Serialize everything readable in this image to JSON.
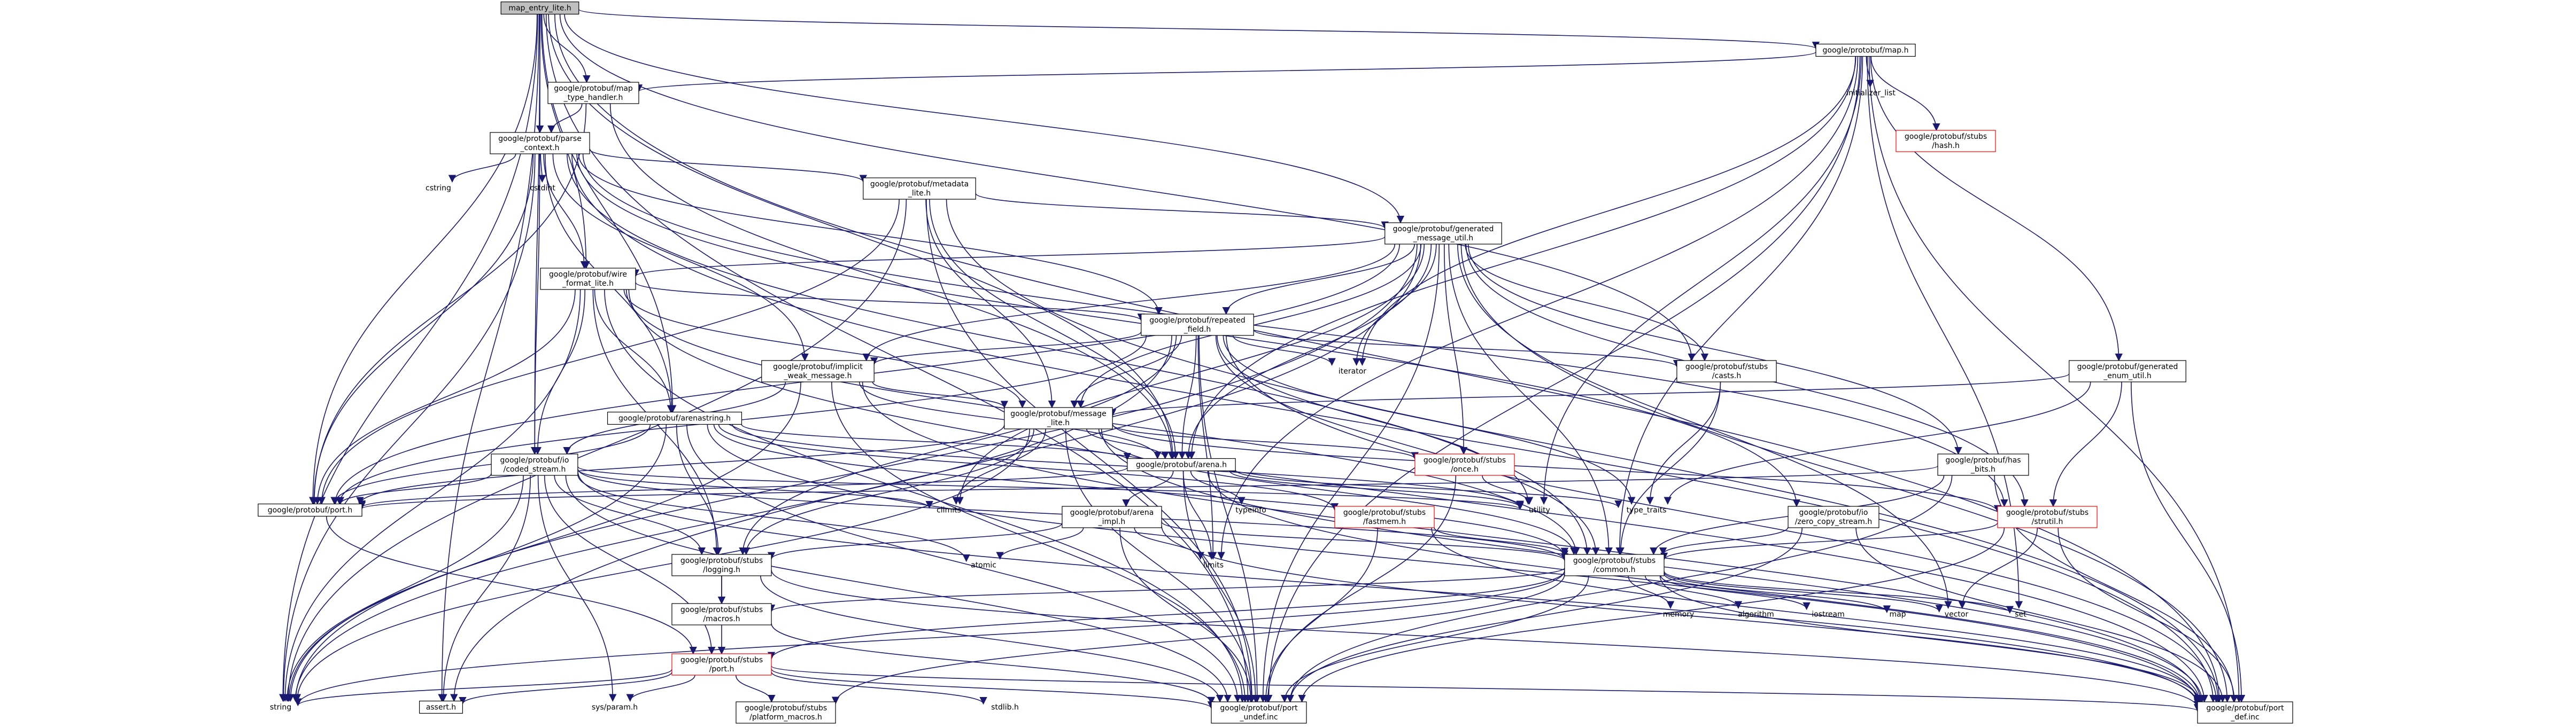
{
  "colors": {
    "edge": "#191970",
    "box_border": "#000000",
    "box_fill": "#ffffff",
    "root_fill": "#bfbfbf",
    "missing_border": "#ff0000",
    "external_text": "#000000"
  },
  "nodes": [
    {
      "id": "root",
      "lines": [
        "map_entry_lite.h"
      ],
      "kind": "root"
    },
    {
      "id": "map",
      "lines": [
        "google/protobuf/map.h"
      ],
      "kind": "box"
    },
    {
      "id": "maptype",
      "lines": [
        "google/protobuf/map",
        "_type_handler.h"
      ],
      "kind": "box"
    },
    {
      "id": "initlist",
      "lines": [
        "initializer_list"
      ],
      "kind": "ext"
    },
    {
      "id": "hash",
      "lines": [
        "google/protobuf/stubs",
        "/hash.h"
      ],
      "kind": "red"
    },
    {
      "id": "parse",
      "lines": [
        "google/protobuf/parse",
        "_context.h"
      ],
      "kind": "box"
    },
    {
      "id": "cstring",
      "lines": [
        "cstring"
      ],
      "kind": "ext"
    },
    {
      "id": "cstdint",
      "lines": [
        "cstdint"
      ],
      "kind": "ext"
    },
    {
      "id": "metadata",
      "lines": [
        "google/protobuf/metadata",
        "_lite.h"
      ],
      "kind": "box"
    },
    {
      "id": "genmsg",
      "lines": [
        "google/protobuf/generated",
        "_message_util.h"
      ],
      "kind": "box"
    },
    {
      "id": "wire",
      "lines": [
        "google/protobuf/wire",
        "_format_lite.h"
      ],
      "kind": "box"
    },
    {
      "id": "repeated",
      "lines": [
        "google/protobuf/repeated",
        "_field.h"
      ],
      "kind": "box"
    },
    {
      "id": "iterator",
      "lines": [
        "iterator"
      ],
      "kind": "ext"
    },
    {
      "id": "implicit",
      "lines": [
        "google/protobuf/implicit",
        "_weak_message.h"
      ],
      "kind": "box"
    },
    {
      "id": "casts",
      "lines": [
        "google/protobuf/stubs",
        "/casts.h"
      ],
      "kind": "box"
    },
    {
      "id": "genenum",
      "lines": [
        "google/protobuf/generated",
        "_enum_util.h"
      ],
      "kind": "box"
    },
    {
      "id": "arenastring",
      "lines": [
        "google/protobuf/arenastring.h"
      ],
      "kind": "box"
    },
    {
      "id": "msglite",
      "lines": [
        "google/protobuf/message",
        "_lite.h"
      ],
      "kind": "box"
    },
    {
      "id": "codedstream",
      "lines": [
        "google/protobuf/io",
        "/coded_stream.h"
      ],
      "kind": "box"
    },
    {
      "id": "arena",
      "lines": [
        "google/protobuf/arena.h"
      ],
      "kind": "box"
    },
    {
      "id": "once",
      "lines": [
        "google/protobuf/stubs",
        "/once.h"
      ],
      "kind": "red"
    },
    {
      "id": "hasbits",
      "lines": [
        "google/protobuf/has",
        "_bits.h"
      ],
      "kind": "box"
    },
    {
      "id": "port",
      "lines": [
        "google/protobuf/port.h"
      ],
      "kind": "box"
    },
    {
      "id": "climits",
      "lines": [
        "climits"
      ],
      "kind": "ext"
    },
    {
      "id": "arenaimpl",
      "lines": [
        "google/protobuf/arena",
        "_impl.h"
      ],
      "kind": "box"
    },
    {
      "id": "typeinfo",
      "lines": [
        "typeinfo"
      ],
      "kind": "ext"
    },
    {
      "id": "fastmem",
      "lines": [
        "google/protobuf/stubs",
        "/fastmem.h"
      ],
      "kind": "red"
    },
    {
      "id": "utility",
      "lines": [
        "utility"
      ],
      "kind": "ext"
    },
    {
      "id": "typetraits",
      "lines": [
        "type_traits"
      ],
      "kind": "ext"
    },
    {
      "id": "zerocopy",
      "lines": [
        "google/protobuf/io",
        "/zero_copy_stream.h"
      ],
      "kind": "box"
    },
    {
      "id": "strutil",
      "lines": [
        "google/protobuf/stubs",
        "/strutil.h"
      ],
      "kind": "red"
    },
    {
      "id": "logging",
      "lines": [
        "google/protobuf/stubs",
        "/logging.h"
      ],
      "kind": "box"
    },
    {
      "id": "atomic",
      "lines": [
        "atomic"
      ],
      "kind": "ext"
    },
    {
      "id": "limits",
      "lines": [
        "limits"
      ],
      "kind": "ext"
    },
    {
      "id": "common",
      "lines": [
        "google/protobuf/stubs",
        "/common.h"
      ],
      "kind": "box"
    },
    {
      "id": "macros",
      "lines": [
        "google/protobuf/stubs",
        "/macros.h"
      ],
      "kind": "box"
    },
    {
      "id": "memory",
      "lines": [
        "memory"
      ],
      "kind": "ext"
    },
    {
      "id": "algorithm",
      "lines": [
        "algorithm"
      ],
      "kind": "ext"
    },
    {
      "id": "iostream",
      "lines": [
        "iostream"
      ],
      "kind": "ext"
    },
    {
      "id": "mapstd",
      "lines": [
        "map"
      ],
      "kind": "ext"
    },
    {
      "id": "vector",
      "lines": [
        "vector"
      ],
      "kind": "ext"
    },
    {
      "id": "set",
      "lines": [
        "set"
      ],
      "kind": "ext"
    },
    {
      "id": "stubsport",
      "lines": [
        "google/protobuf/stubs",
        "/port.h"
      ],
      "kind": "red"
    },
    {
      "id": "string",
      "lines": [
        "string"
      ],
      "kind": "ext"
    },
    {
      "id": "asserth",
      "lines": [
        "assert.h"
      ],
      "kind": "box"
    },
    {
      "id": "sysparam",
      "lines": [
        "sys/param.h"
      ],
      "kind": "ext"
    },
    {
      "id": "platform",
      "lines": [
        "google/protobuf/stubs",
        "/platform_macros.h"
      ],
      "kind": "box"
    },
    {
      "id": "stdlib",
      "lines": [
        "stdlib.h"
      ],
      "kind": "ext"
    },
    {
      "id": "undef",
      "lines": [
        "google/protobuf/port",
        "_undef.inc"
      ],
      "kind": "box"
    },
    {
      "id": "portdef",
      "lines": [
        "google/protobuf/port",
        "_def.inc"
      ],
      "kind": "box"
    }
  ],
  "edges": [
    [
      "root",
      "map"
    ],
    [
      "root",
      "maptype"
    ],
    [
      "root",
      "parse"
    ],
    [
      "root",
      "genmsg"
    ],
    [
      "root",
      "wire"
    ],
    [
      "root",
      "arenastring"
    ],
    [
      "root",
      "codedstream"
    ],
    [
      "root",
      "arena"
    ],
    [
      "root",
      "port"
    ],
    [
      "root",
      "casts"
    ],
    [
      "root",
      "string"
    ],
    [
      "root",
      "asserth"
    ],
    [
      "root",
      "undef"
    ],
    [
      "root",
      "portdef"
    ],
    [
      "map",
      "initlist"
    ],
    [
      "map",
      "hash"
    ],
    [
      "map",
      "iterator"
    ],
    [
      "map",
      "maptype"
    ],
    [
      "map",
      "genenum"
    ],
    [
      "map",
      "arena"
    ],
    [
      "map",
      "limits"
    ],
    [
      "map",
      "set"
    ],
    [
      "map",
      "utility"
    ],
    [
      "map",
      "common"
    ],
    [
      "map",
      "undef"
    ],
    [
      "map",
      "portdef"
    ],
    [
      "maptype",
      "parse"
    ],
    [
      "maptype",
      "arena"
    ],
    [
      "maptype",
      "port"
    ],
    [
      "parse",
      "cstring"
    ],
    [
      "parse",
      "cstdint"
    ],
    [
      "parse",
      "metadata"
    ],
    [
      "parse",
      "wire"
    ],
    [
      "parse",
      "repeated"
    ],
    [
      "parse",
      "implicit"
    ],
    [
      "parse",
      "arenastring"
    ],
    [
      "parse",
      "codedstream"
    ],
    [
      "parse",
      "zerocopy"
    ],
    [
      "parse",
      "common"
    ],
    [
      "parse",
      "strutil"
    ],
    [
      "parse",
      "port"
    ],
    [
      "parse",
      "string"
    ],
    [
      "parse",
      "portdef"
    ],
    [
      "metadata",
      "genmsg"
    ],
    [
      "metadata",
      "msglite"
    ],
    [
      "metadata",
      "arena"
    ],
    [
      "metadata",
      "port"
    ],
    [
      "metadata",
      "string"
    ],
    [
      "metadata",
      "undef"
    ],
    [
      "metadata",
      "portdef"
    ],
    [
      "genmsg",
      "wire"
    ],
    [
      "genmsg",
      "repeated"
    ],
    [
      "genmsg",
      "iterator"
    ],
    [
      "genmsg",
      "implicit"
    ],
    [
      "genmsg",
      "casts"
    ],
    [
      "genmsg",
      "msglite"
    ],
    [
      "genmsg",
      "arena"
    ],
    [
      "genmsg",
      "once"
    ],
    [
      "genmsg",
      "hasbits"
    ],
    [
      "genmsg",
      "port"
    ],
    [
      "genmsg",
      "climits"
    ],
    [
      "genmsg",
      "strutil"
    ],
    [
      "genmsg",
      "common"
    ],
    [
      "genmsg",
      "vector"
    ],
    [
      "genmsg",
      "string"
    ],
    [
      "genmsg",
      "asserth"
    ],
    [
      "genmsg",
      "undef"
    ],
    [
      "genmsg",
      "portdef"
    ],
    [
      "wire",
      "repeated"
    ],
    [
      "wire",
      "arenastring"
    ],
    [
      "wire",
      "msglite"
    ],
    [
      "wire",
      "codedstream"
    ],
    [
      "wire",
      "port"
    ],
    [
      "wire",
      "logging"
    ],
    [
      "wire",
      "common"
    ],
    [
      "wire",
      "string"
    ],
    [
      "wire",
      "undef"
    ],
    [
      "wire",
      "portdef"
    ],
    [
      "repeated",
      "iterator"
    ],
    [
      "repeated",
      "implicit"
    ],
    [
      "repeated",
      "casts"
    ],
    [
      "repeated",
      "msglite"
    ],
    [
      "repeated",
      "arena"
    ],
    [
      "repeated",
      "port"
    ],
    [
      "repeated",
      "logging"
    ],
    [
      "repeated",
      "limits"
    ],
    [
      "repeated",
      "typetraits"
    ],
    [
      "repeated",
      "utility"
    ],
    [
      "repeated",
      "common"
    ],
    [
      "repeated",
      "string"
    ],
    [
      "repeated",
      "undef"
    ],
    [
      "repeated",
      "portdef"
    ],
    [
      "implicit",
      "msglite"
    ],
    [
      "implicit",
      "arena"
    ],
    [
      "implicit",
      "codedstream"
    ],
    [
      "implicit",
      "string"
    ],
    [
      "implicit",
      "undef"
    ],
    [
      "implicit",
      "portdef"
    ],
    [
      "casts",
      "typetraits"
    ],
    [
      "casts",
      "common"
    ],
    [
      "genenum",
      "msglite"
    ],
    [
      "genenum",
      "strutil"
    ],
    [
      "genenum",
      "typetraits"
    ],
    [
      "genenum",
      "portdef"
    ],
    [
      "arenastring",
      "arena"
    ],
    [
      "arenastring",
      "port"
    ],
    [
      "arenastring",
      "logging"
    ],
    [
      "arenastring",
      "fastmem"
    ],
    [
      "arenastring",
      "common"
    ],
    [
      "arenastring",
      "string"
    ],
    [
      "arenastring",
      "utility"
    ],
    [
      "arenastring",
      "undef"
    ],
    [
      "arenastring",
      "portdef"
    ],
    [
      "msglite",
      "climits"
    ],
    [
      "msglite",
      "arena"
    ],
    [
      "msglite",
      "port"
    ],
    [
      "msglite",
      "once"
    ],
    [
      "msglite",
      "strutil"
    ],
    [
      "msglite",
      "logging"
    ],
    [
      "msglite",
      "common"
    ],
    [
      "msglite",
      "string"
    ],
    [
      "msglite",
      "undef"
    ],
    [
      "msglite",
      "portdef"
    ],
    [
      "codedstream",
      "port"
    ],
    [
      "codedstream",
      "climits"
    ],
    [
      "codedstream",
      "atomic"
    ],
    [
      "codedstream",
      "logging"
    ],
    [
      "codedstream",
      "common"
    ],
    [
      "codedstream",
      "stubsport"
    ],
    [
      "codedstream",
      "string"
    ],
    [
      "codedstream",
      "asserth"
    ],
    [
      "codedstream",
      "sysparam"
    ],
    [
      "codedstream",
      "utility"
    ],
    [
      "codedstream",
      "undef"
    ],
    [
      "codedstream",
      "portdef"
    ],
    [
      "arena",
      "limits"
    ],
    [
      "arena",
      "typeinfo"
    ],
    [
      "arena",
      "arenaimpl"
    ],
    [
      "arena",
      "typetraits"
    ],
    [
      "arena",
      "utility"
    ],
    [
      "arena",
      "port"
    ],
    [
      "arena",
      "undef"
    ],
    [
      "arena",
      "portdef"
    ],
    [
      "once",
      "utility"
    ],
    [
      "once",
      "undef"
    ],
    [
      "hasbits",
      "common"
    ],
    [
      "hasbits",
      "port"
    ],
    [
      "hasbits",
      "undef"
    ],
    [
      "hasbits",
      "portdef"
    ],
    [
      "port",
      "stubsport"
    ],
    [
      "arenaimpl",
      "atomic"
    ],
    [
      "arenaimpl",
      "limits"
    ],
    [
      "arenaimpl",
      "logging"
    ],
    [
      "arenaimpl",
      "common"
    ],
    [
      "arenaimpl",
      "undef"
    ],
    [
      "arenaimpl",
      "portdef"
    ],
    [
      "fastmem",
      "common"
    ],
    [
      "fastmem",
      "undef"
    ],
    [
      "fastmem",
      "portdef"
    ],
    [
      "zerocopy",
      "common"
    ],
    [
      "zerocopy",
      "undef"
    ],
    [
      "zerocopy",
      "portdef"
    ],
    [
      "strutil",
      "common"
    ],
    [
      "strutil",
      "vector"
    ],
    [
      "strutil",
      "undef"
    ],
    [
      "strutil",
      "portdef"
    ],
    [
      "logging",
      "macros"
    ],
    [
      "logging",
      "stubsport"
    ],
    [
      "logging",
      "undef"
    ],
    [
      "logging",
      "portdef"
    ],
    [
      "macros",
      "undef"
    ],
    [
      "common",
      "memory"
    ],
    [
      "common",
      "algorithm"
    ],
    [
      "common",
      "iostream"
    ],
    [
      "common",
      "mapstd"
    ],
    [
      "common",
      "vector"
    ],
    [
      "common",
      "set"
    ],
    [
      "common",
      "macros"
    ],
    [
      "common",
      "platform"
    ],
    [
      "common",
      "stubsport"
    ],
    [
      "common",
      "string"
    ],
    [
      "common",
      "undef"
    ],
    [
      "common",
      "portdef"
    ],
    [
      "stubsport",
      "asserth"
    ],
    [
      "stubsport",
      "stdlib"
    ],
    [
      "stubsport",
      "sysparam"
    ],
    [
      "stubsport",
      "string"
    ],
    [
      "stubsport",
      "platform"
    ],
    [
      "stubsport",
      "undef"
    ],
    [
      "stubsport",
      "portdef"
    ]
  ]
}
